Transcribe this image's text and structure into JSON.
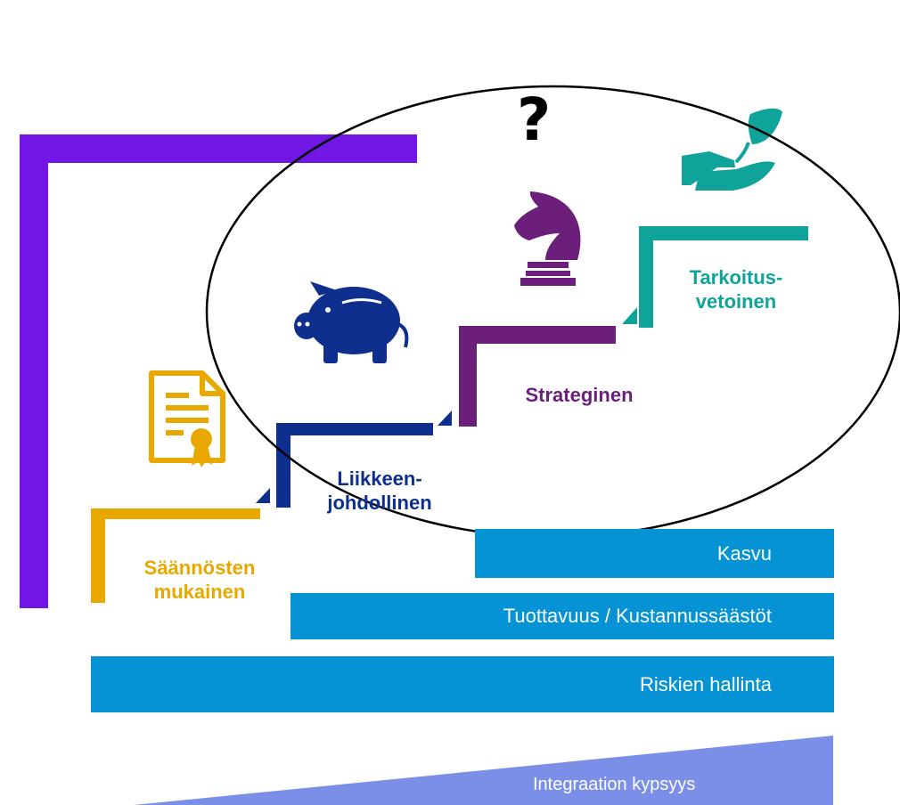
{
  "steps": [
    {
      "label_lines": [
        "Säännösten",
        "mukainen"
      ],
      "color": "#e8a800",
      "icon": "certificate-document-icon"
    },
    {
      "label_lines": [
        "Liikkeen-",
        "johdollinen"
      ],
      "color": "#0f2f8e",
      "icon": "piggy-bank-icon"
    },
    {
      "label_lines": [
        "Strateginen"
      ],
      "color": "#6b1f7a",
      "icon": "chess-knight-icon"
    },
    {
      "label_lines": [
        "Tarkoitus-",
        "vetoinen"
      ],
      "color": "#10a39a",
      "icon": "hand-with-seedling-icon"
    }
  ],
  "outer_frame_color": "#7216e6",
  "bars": [
    {
      "label": "Kasvu",
      "color": "#0593d6"
    },
    {
      "label": "Tuottavuus / Kustannussäästöt",
      "color": "#0593d6"
    },
    {
      "label": "Riskien hallinta",
      "color": "#0593d6"
    }
  ],
  "ramp": {
    "label": "Integraation kypsyys",
    "color": "#7b8ee8"
  },
  "question_mark": "?"
}
